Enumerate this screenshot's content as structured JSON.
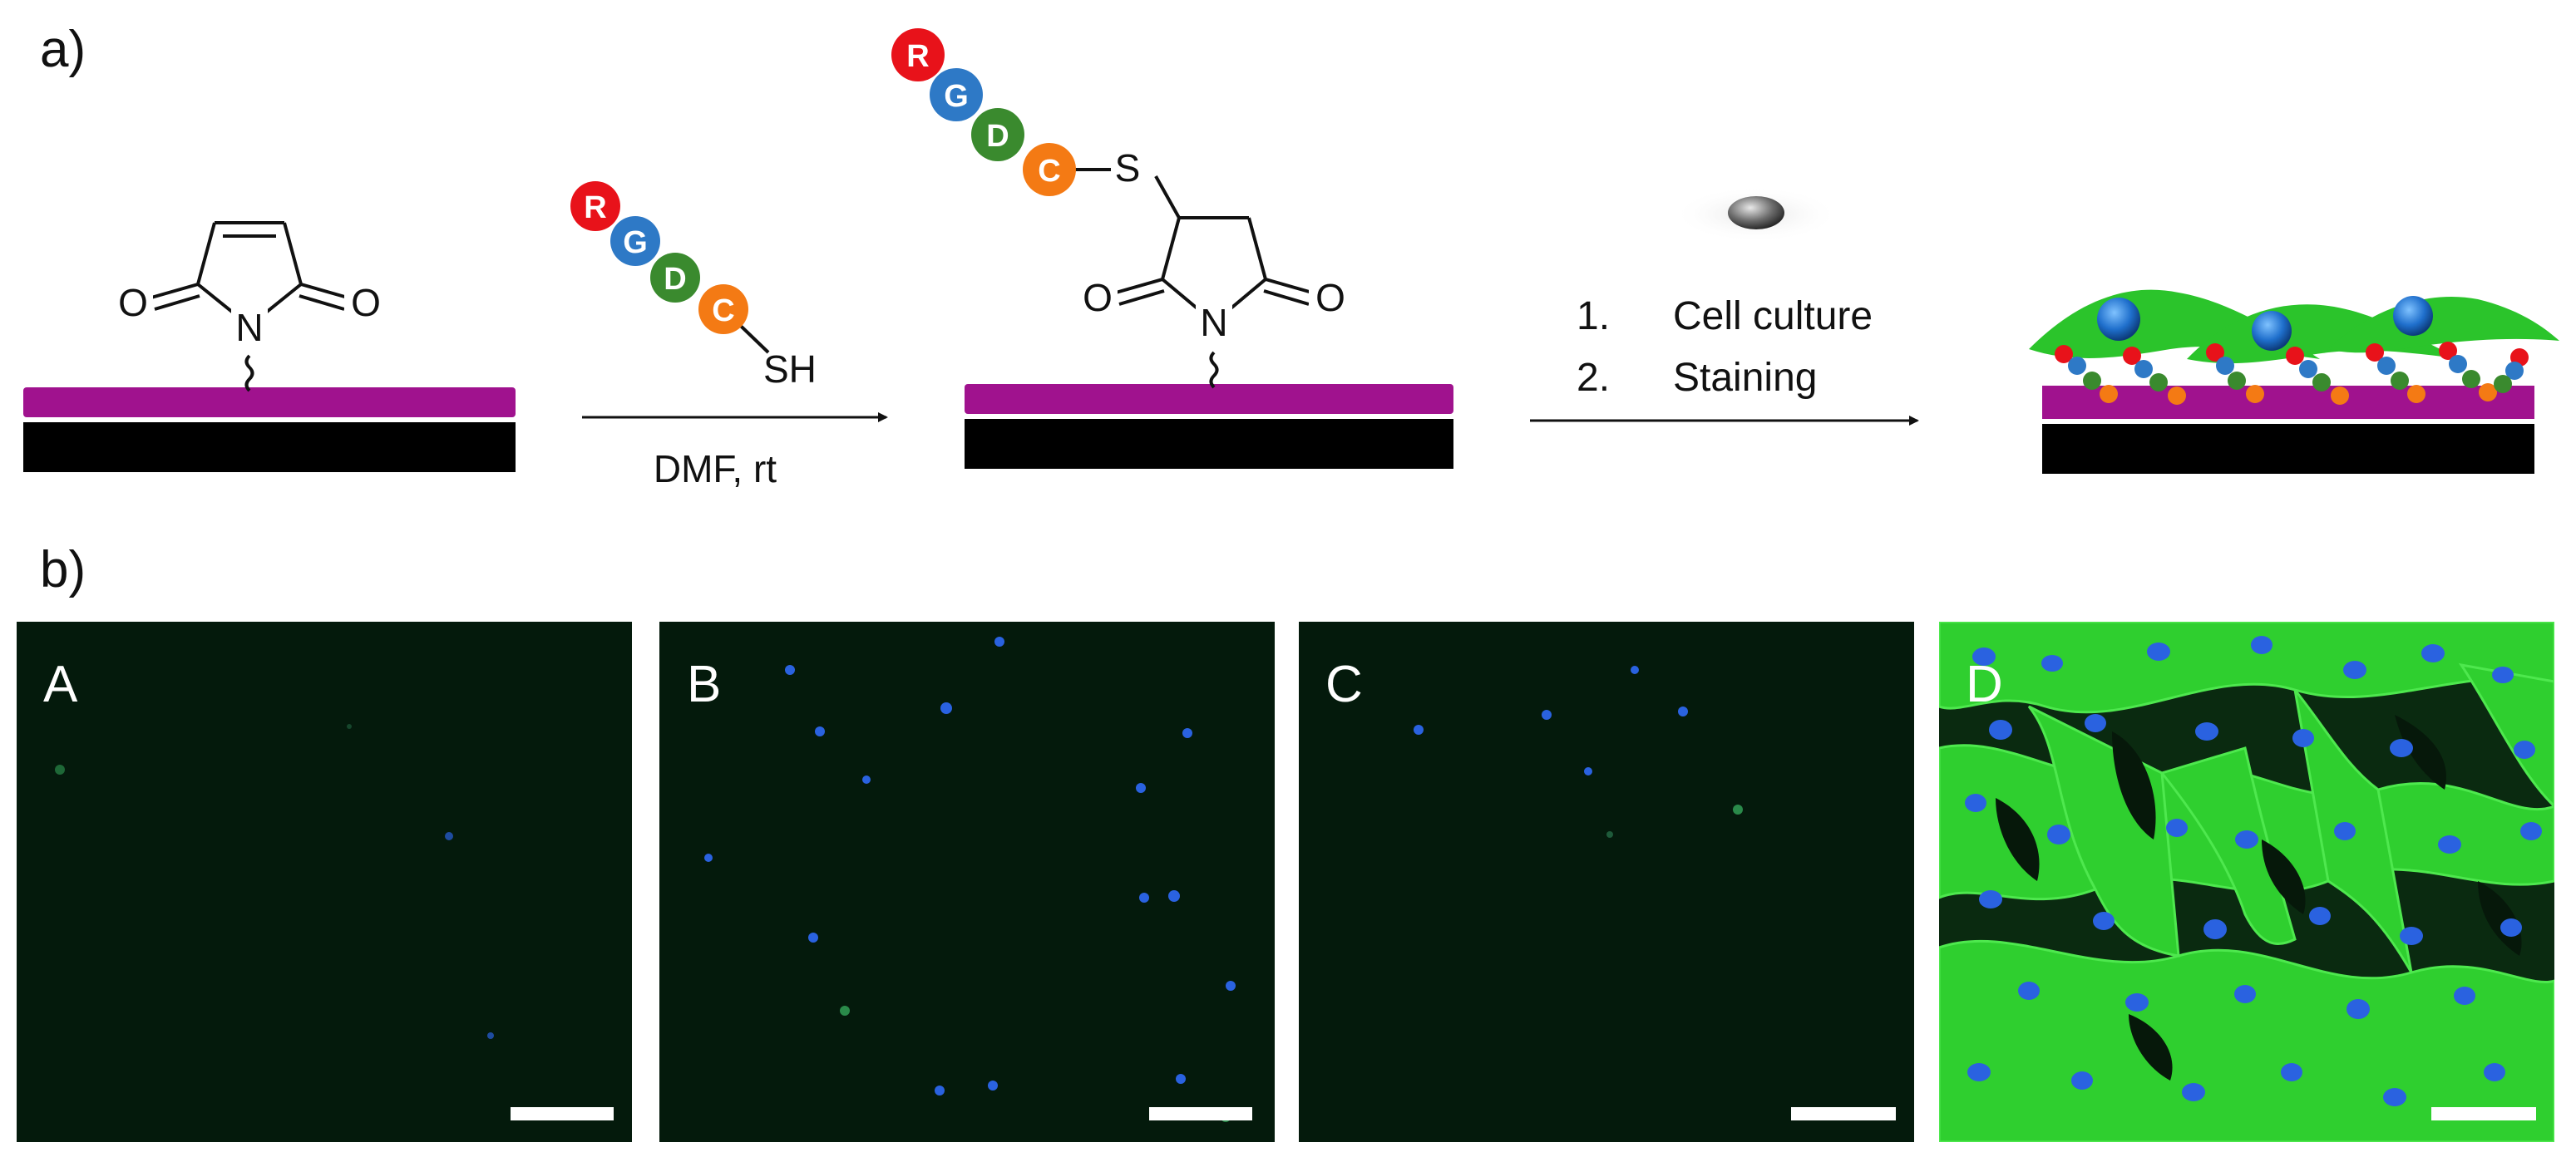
{
  "panel_a": {
    "label": "a)",
    "reagent_label": "DMF, rt",
    "thiol_label": "SH",
    "thioether_label": "S",
    "atom_O": "O",
    "atom_N": "N",
    "peptide": [
      "R",
      "G",
      "D",
      "C"
    ],
    "peptide_colors": [
      "#e8121a",
      "#2e79c6",
      "#3a8a2e",
      "#f47a14"
    ],
    "steps": [
      {
        "num": "1.",
        "text": "Cell culture"
      },
      {
        "num": "2.",
        "text": "Staining"
      }
    ],
    "colors": {
      "polymer_layer": "#a0128e",
      "substrate": "#000000",
      "cell_body": "#2bc42b",
      "nucleus": "#1a6cc4"
    }
  },
  "panel_b": {
    "label": "b)",
    "micrographs": [
      {
        "label": "A",
        "cell_coverage": "none"
      },
      {
        "label": "B",
        "cell_coverage": "sparse"
      },
      {
        "label": "C",
        "cell_coverage": "sparse"
      },
      {
        "label": "D",
        "cell_coverage": "dense"
      }
    ],
    "colors": {
      "background": "#041a0c",
      "actin": "#2fcf2f",
      "nucleus": "#2a62e0",
      "scale_bar": "#ffffff"
    }
  }
}
